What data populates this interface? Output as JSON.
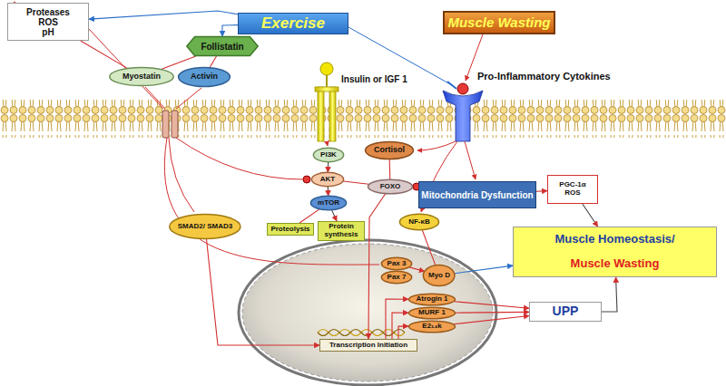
{
  "diagram": {
    "nodes": [
      {
        "text": [
          "Proteases",
          "ROS",
          "pH"
        ]
      },
      {
        "text": [
          "Exercise"
        ]
      },
      {
        "text": [
          "Muscle Wasting"
        ]
      },
      {
        "text": [
          "Follistatin"
        ]
      },
      {
        "text": [
          "Myostatin"
        ]
      },
      {
        "text": [
          "Activin"
        ]
      },
      {
        "text": [
          "PI3K"
        ]
      },
      {
        "text": [
          "AKT"
        ]
      },
      {
        "text": [
          "mTOR"
        ]
      },
      {
        "text": [
          "Proteolysis"
        ]
      },
      {
        "text": [
          "Protein synthesis"
        ]
      },
      {
        "text": [
          "Cortisol"
        ]
      },
      {
        "text": [
          "FOXO"
        ]
      },
      {
        "text": [
          "Mitochondria Dysfunction"
        ]
      },
      {
        "text": [
          "PGC-1α",
          "ROS"
        ]
      },
      {
        "text": [
          "NF-κB"
        ]
      },
      {
        "text": [
          "Muscle Homeostasis/",
          "Muscle Wasting"
        ]
      },
      {
        "text": [
          "SMAD2/ SMAD3"
        ]
      },
      {
        "text": [
          "Pax 3"
        ]
      },
      {
        "text": [
          "Pax 7"
        ]
      },
      {
        "text": [
          "Myo D"
        ]
      },
      {
        "text": [
          "Atrogin 1"
        ]
      },
      {
        "text": [
          "MURF 1"
        ]
      },
      {
        "text": [
          "E2₁₄k"
        ]
      },
      {
        "text": [
          "UPP"
        ]
      },
      {
        "text": [
          "Transcription Initiation"
        ]
      }
    ],
    "edges": [
      {
        "from": 1,
        "to": 0,
        "arrow": "to"
      },
      {
        "from": 1,
        "to": 3,
        "arrow": "to"
      },
      {
        "from": 3,
        "to": 4,
        "arrow": "none"
      },
      {
        "from": 3,
        "to": 5,
        "arrow": "none"
      },
      {
        "from": 0,
        "to": 4,
        "arrow": "none"
      },
      {
        "from": 6,
        "to": 7,
        "arrow": "to"
      },
      {
        "from": 7,
        "to": 8,
        "arrow": "to"
      },
      {
        "from": 8,
        "to": 9,
        "arrow": "none"
      },
      {
        "from": 8,
        "to": 10,
        "arrow": "to"
      },
      {
        "from": 7,
        "to": 12,
        "arrow": "none"
      },
      {
        "from": 11,
        "to": 12,
        "arrow": "none"
      },
      {
        "from": 12,
        "to": 25,
        "arrow": "to"
      },
      {
        "from": 17,
        "to": 25,
        "arrow": "to"
      },
      {
        "from": 15,
        "to": 20,
        "arrow": "none"
      },
      {
        "from": 18,
        "to": 20,
        "arrow": "to"
      },
      {
        "from": 20,
        "to": 16,
        "arrow": "to"
      },
      {
        "from": 25,
        "to": 21,
        "arrow": "to"
      },
      {
        "from": 25,
        "to": 22,
        "arrow": "to"
      },
      {
        "from": 25,
        "to": 23,
        "arrow": "to"
      },
      {
        "from": 21,
        "to": 24,
        "arrow": "to"
      },
      {
        "from": 22,
        "to": 24,
        "arrow": "to"
      },
      {
        "from": 23,
        "to": 24,
        "arrow": "to"
      },
      {
        "from": 24,
        "to": 16,
        "arrow": "to"
      },
      {
        "from": 13,
        "to": 14,
        "arrow": "to"
      },
      {
        "from": 14,
        "to": 16,
        "arrow": "to"
      }
    ],
    "labels": [
      "Insulin or IGF 1",
      "Pro-Inflammatory Cytokines"
    ]
  }
}
